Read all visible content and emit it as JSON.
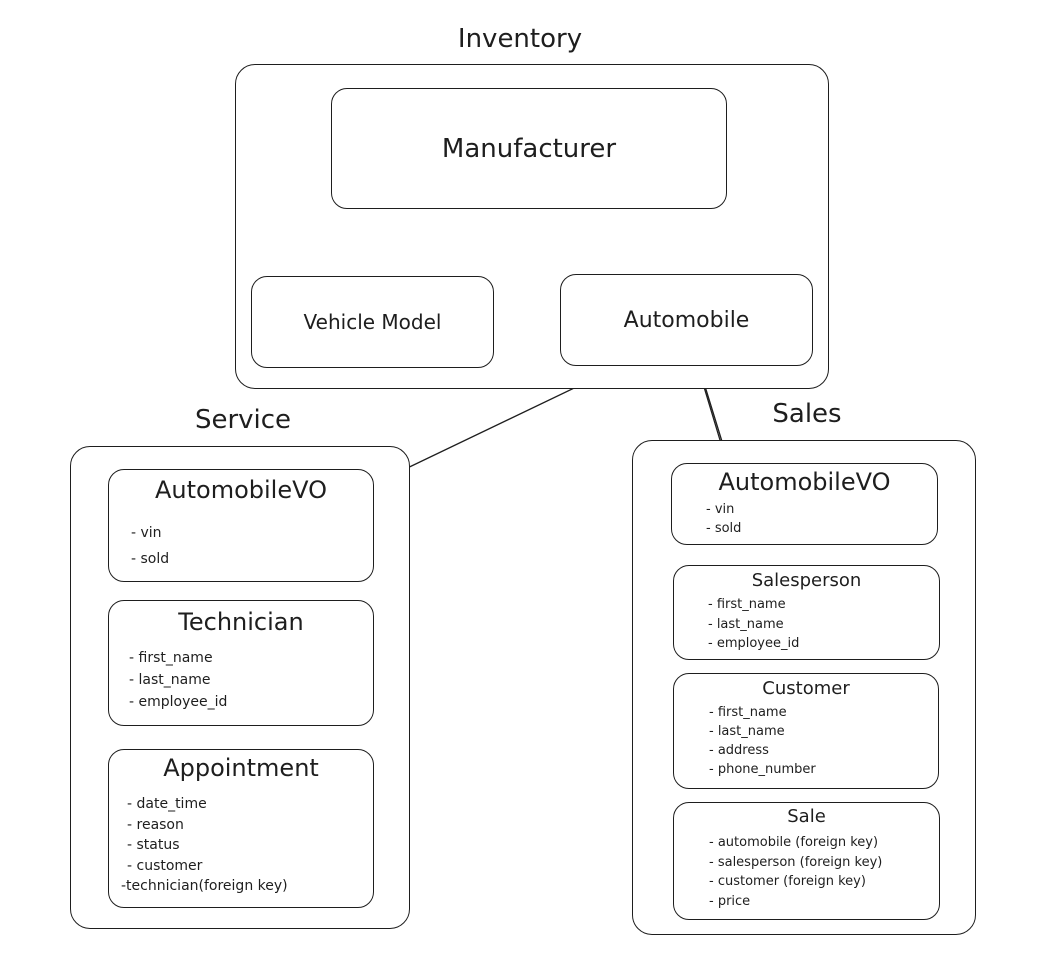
{
  "inventory": {
    "title": "Inventory",
    "manufacturer": "Manufacturer",
    "vehicle_model": "Vehicle Model",
    "automobile": "Automobile"
  },
  "service": {
    "title": "Service",
    "automobile_vo": {
      "name": "AutomobileVO",
      "fields": [
        "- vin",
        "- sold"
      ]
    },
    "technician": {
      "name": "Technician",
      "fields": [
        "- first_name",
        "- last_name",
        "- employee_id"
      ]
    },
    "appointment": {
      "name": "Appointment",
      "fields": [
        "- date_time",
        "- reason",
        "- status",
        "- customer",
        "-technician(foreign key)"
      ]
    }
  },
  "sales": {
    "title": "Sales",
    "automobile_vo": {
      "name": "AutomobileVO",
      "fields": [
        "- vin",
        "- sold"
      ]
    },
    "salesperson": {
      "name": "Salesperson",
      "fields": [
        "- first_name",
        "- last_name",
        "- employee_id"
      ]
    },
    "customer": {
      "name": "Customer",
      "fields": [
        "- first_name",
        "- last_name",
        "- address",
        "- phone_number"
      ]
    },
    "sale": {
      "name": "Sale",
      "fields": [
        "- automobile (foreign key)",
        "- salesperson (foreign key)",
        "- customer (foreign key)",
        "- price"
      ]
    }
  },
  "colors": {
    "stroke": "#1e1e1e",
    "background": "#ffffff"
  }
}
